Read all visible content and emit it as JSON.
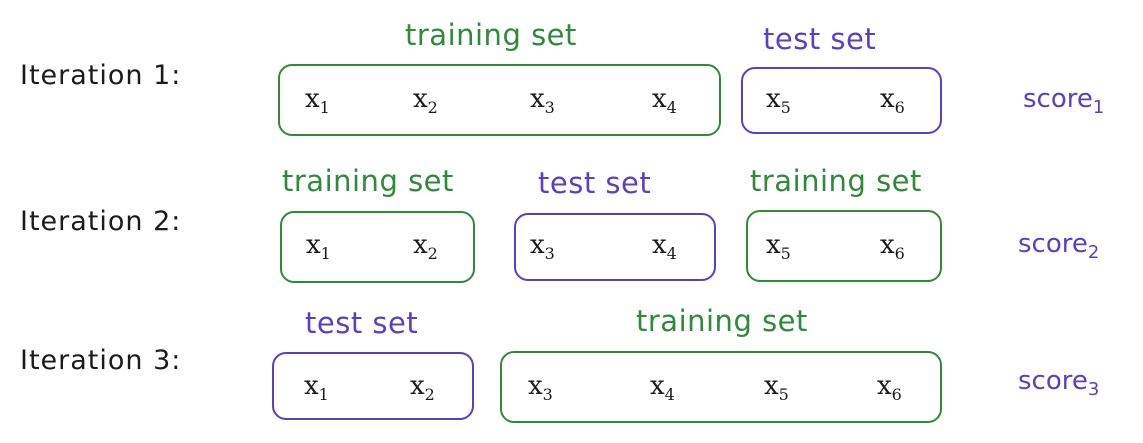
{
  "iterations": [
    {
      "label": "Iteration 1:",
      "groups": [
        {
          "kind": "train",
          "label": "training set",
          "items": [
            {
              "base": "x",
              "sub": "1"
            },
            {
              "base": "x",
              "sub": "2"
            },
            {
              "base": "x",
              "sub": "3"
            },
            {
              "base": "x",
              "sub": "4"
            }
          ]
        },
        {
          "kind": "test",
          "label": "test set",
          "items": [
            {
              "base": "x",
              "sub": "5"
            },
            {
              "base": "x",
              "sub": "6"
            }
          ]
        }
      ],
      "score": {
        "base": "score",
        "sub": "1"
      }
    },
    {
      "label": "Iteration 2:",
      "groups": [
        {
          "kind": "train",
          "label": "training set",
          "items": [
            {
              "base": "x",
              "sub": "1"
            },
            {
              "base": "x",
              "sub": "2"
            }
          ]
        },
        {
          "kind": "test",
          "label": "test set",
          "items": [
            {
              "base": "x",
              "sub": "3"
            },
            {
              "base": "x",
              "sub": "4"
            }
          ]
        },
        {
          "kind": "train",
          "label": "training set",
          "items": [
            {
              "base": "x",
              "sub": "5"
            },
            {
              "base": "x",
              "sub": "6"
            }
          ]
        }
      ],
      "score": {
        "base": "score",
        "sub": "2"
      }
    },
    {
      "label": "Iteration 3:",
      "groups": [
        {
          "kind": "test",
          "label": "test set",
          "items": [
            {
              "base": "x",
              "sub": "1"
            },
            {
              "base": "x",
              "sub": "2"
            }
          ]
        },
        {
          "kind": "train",
          "label": "training set",
          "items": [
            {
              "base": "x",
              "sub": "3"
            },
            {
              "base": "x",
              "sub": "4"
            },
            {
              "base": "x",
              "sub": "5"
            },
            {
              "base": "x",
              "sub": "6"
            }
          ]
        }
      ],
      "score": {
        "base": "score",
        "sub": "3"
      }
    }
  ],
  "colors": {
    "train": "#2f8a3a",
    "test": "#5b3fc4",
    "text": "#1b1b1b"
  }
}
